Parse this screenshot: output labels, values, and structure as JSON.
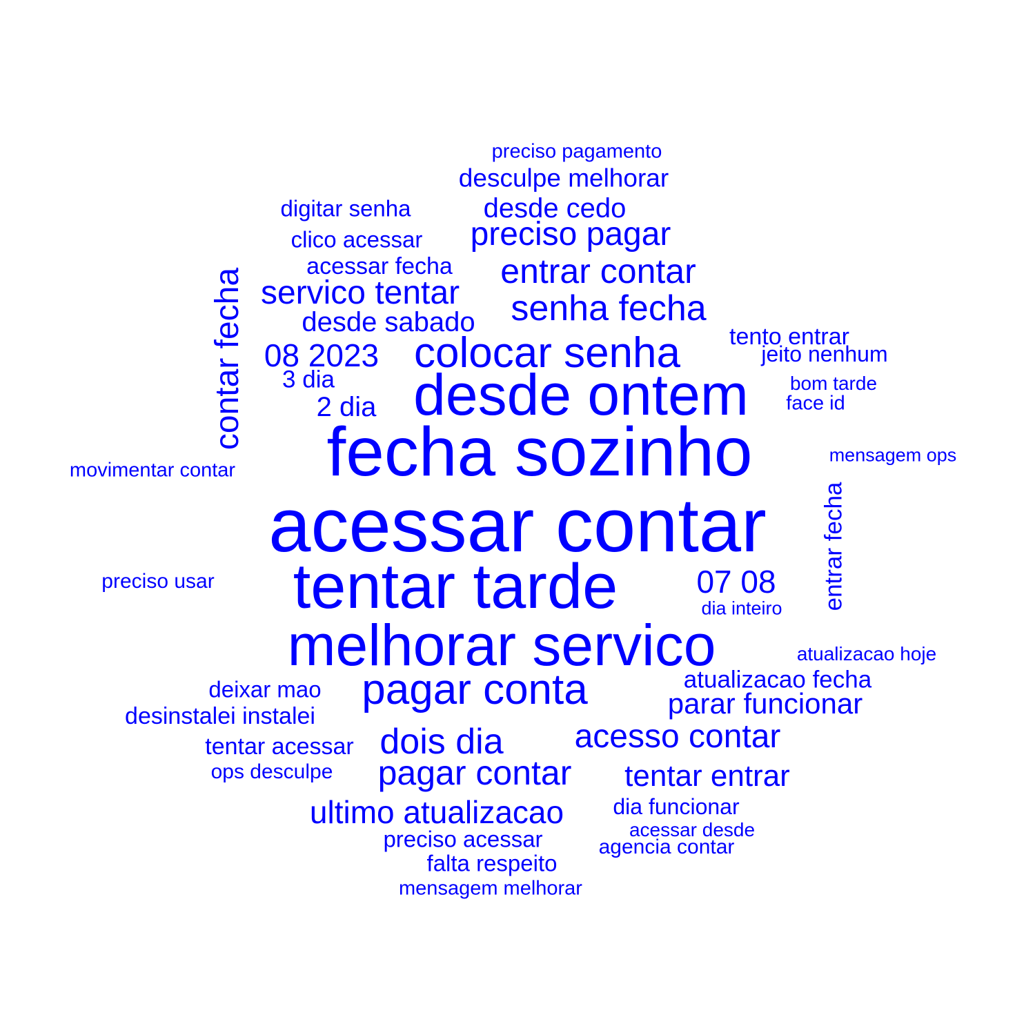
{
  "word_color": "#0000ff",
  "background": "#ffffff",
  "words": [
    {
      "text": "acessar contar",
      "weight": 100
    },
    {
      "text": "fecha sozinho",
      "weight": 95
    },
    {
      "text": "tentar tarde",
      "weight": 88
    },
    {
      "text": "desde ontem",
      "weight": 80
    },
    {
      "text": "melhorar servico",
      "weight": 80
    },
    {
      "text": "colocar senha",
      "weight": 60
    },
    {
      "text": "pagar conta",
      "weight": 60
    },
    {
      "text": "senha fecha",
      "weight": 50
    },
    {
      "text": "servico tentar",
      "weight": 48
    },
    {
      "text": "entrar contar",
      "weight": 48
    },
    {
      "text": "preciso pagar",
      "weight": 47
    },
    {
      "text": "contar fecha",
      "weight": 47
    },
    {
      "text": "dois dia",
      "weight": 50
    },
    {
      "text": "pagar contar",
      "weight": 48
    },
    {
      "text": "acesso contar",
      "weight": 47
    },
    {
      "text": "ultimo atualizacao",
      "weight": 46
    },
    {
      "text": "08 2023",
      "weight": 45
    },
    {
      "text": "07 08",
      "weight": 45
    },
    {
      "text": "desde cedo",
      "weight": 40
    },
    {
      "text": "desde sabado",
      "weight": 40
    },
    {
      "text": "parar funcionar",
      "weight": 40
    },
    {
      "text": "tentar entrar",
      "weight": 42
    },
    {
      "text": "2 dia",
      "weight": 38
    },
    {
      "text": "desculpe melhorar",
      "weight": 36
    },
    {
      "text": "entrar fecha",
      "weight": 36
    },
    {
      "text": "atualizacao fecha",
      "weight": 35
    },
    {
      "text": "3 dia",
      "weight": 33
    },
    {
      "text": "tento entrar",
      "weight": 33
    },
    {
      "text": "acessar fecha",
      "weight": 33
    },
    {
      "text": "clico acessar",
      "weight": 32
    },
    {
      "text": "digitar senha",
      "weight": 32
    },
    {
      "text": "tentar acessar",
      "weight": 33
    },
    {
      "text": "deixar mao",
      "weight": 33
    },
    {
      "text": "desinstalei instalei",
      "weight": 33
    },
    {
      "text": "preciso acessar",
      "weight": 33
    },
    {
      "text": "falta respeito",
      "weight": 33
    },
    {
      "text": "dia funcionar",
      "weight": 32
    },
    {
      "text": "jeito nenhum",
      "weight": 32
    },
    {
      "text": "movimentar contar",
      "weight": 30
    },
    {
      "text": "preciso usar",
      "weight": 30
    },
    {
      "text": "ops desculpe",
      "weight": 30
    },
    {
      "text": "agencia contar",
      "weight": 31
    },
    {
      "text": "mensagem melhorar",
      "weight": 30
    },
    {
      "text": "preciso pagamento",
      "weight": 30
    },
    {
      "text": "face id",
      "weight": 29
    },
    {
      "text": "bom tarde",
      "weight": 28
    },
    {
      "text": "mensagem ops",
      "weight": 28
    },
    {
      "text": "atualizacao hoje",
      "weight": 28
    },
    {
      "text": "acessar desde",
      "weight": 28
    },
    {
      "text": "dia inteiro",
      "weight": 27
    }
  ]
}
